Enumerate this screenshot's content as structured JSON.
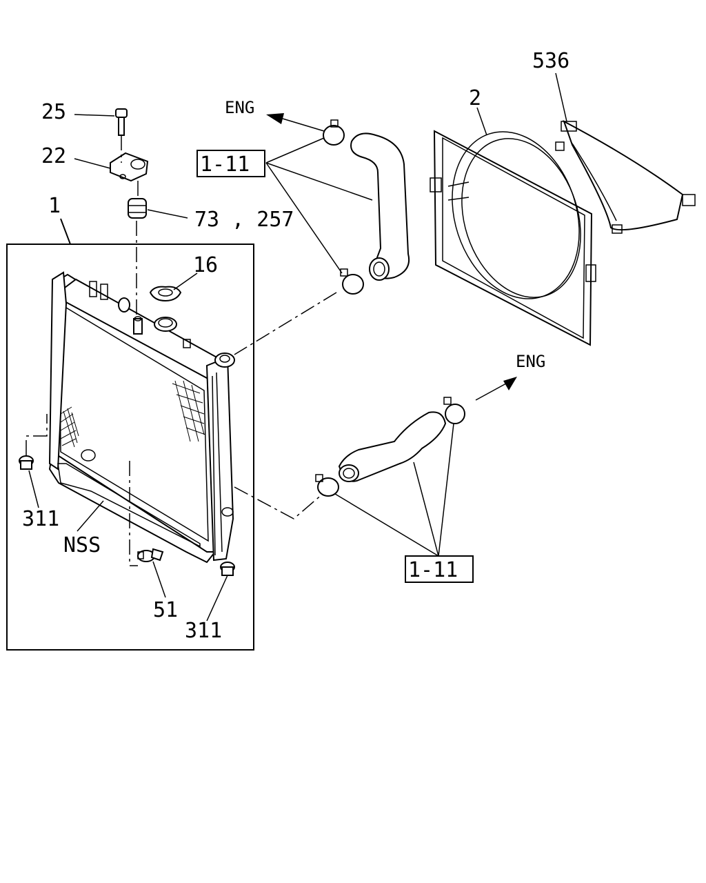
{
  "labels": {
    "p536": "536",
    "p2": "2",
    "p25": "25",
    "p22": "22",
    "p1": "1",
    "p73": "73 , 257",
    "p16": "16",
    "p311_left": "311",
    "nss": "NSS",
    "p51": "51",
    "p311_bottom": "311",
    "ref_upper": "1-11",
    "ref_lower": "1-11",
    "eng_upper": "ENG",
    "eng_lower": "ENG"
  }
}
